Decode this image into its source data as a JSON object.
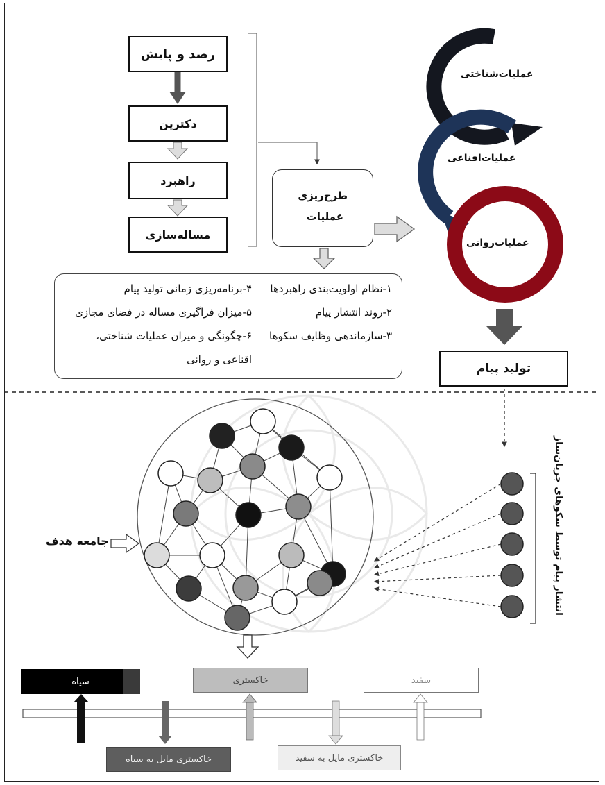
{
  "flow": {
    "step1": "رصد و پایش",
    "step2": "دکترین",
    "step3": "راهبرد",
    "step4": "مساله‌سازی",
    "planning_line1": "طرح‌ریزی",
    "planning_line2": "عملیات"
  },
  "planning_items": {
    "item1": "۱-نظام اولویت‌بندی راهبردها",
    "item2": "۲-روند انتشار پیام",
    "item3": "۳-سازماندهی وظایف سکوها",
    "item4": "۴-برنامه‌ریزی زمانی تولید پیام",
    "item5": "۵-میزان فراگیری مساله در فضای مجازی",
    "item6_line1": "۶-چگونگی و میزان عملیات شناختی،",
    "item6_line2": "اقناعی و روانی"
  },
  "operations": {
    "cognitive": "عملیات‌شناختی",
    "persuasive": "عملیات‌اقناعی",
    "psychological": "عملیات‌روانی",
    "cognitive_color": "#14171f",
    "persuasive_color": "#1e3458",
    "psychological_color": "#8c0a17"
  },
  "message_production": "تولید پیام",
  "platforms_label": "انتشار پیام توسط سکوهای جریان‌ساز",
  "target_audience": "جامعه هدف",
  "scale": {
    "black": "سیاه",
    "gray": "خاکستری",
    "white": "سفید",
    "gray_to_black": "خاکستری مایل به سیاه",
    "gray_to_white": "خاکستری مایل به سفید"
  }
}
